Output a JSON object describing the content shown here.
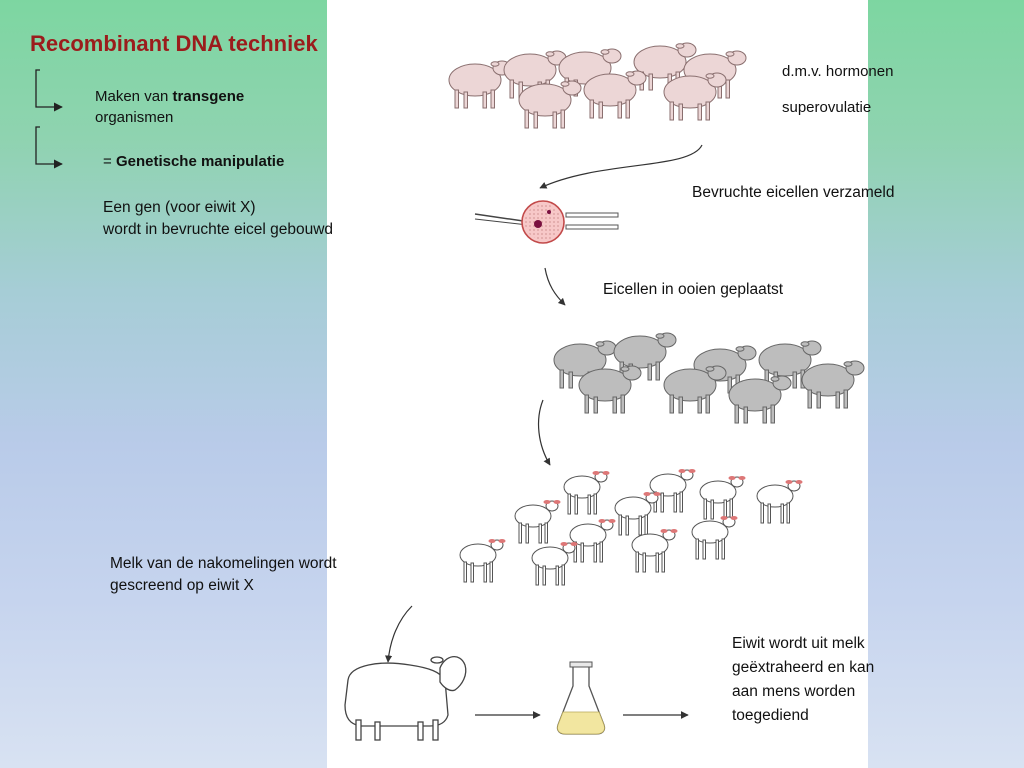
{
  "title": "Recombinant DNA techniek",
  "left": {
    "item1_prefix": "Maken van ",
    "item1_bold": "transgene",
    "item1_line2": "organismen",
    "item2_prefix": "= ",
    "item2_bold": "Genetische manipulatie",
    "desc_line1": "Een gen (voor eiwit X)",
    "desc_line2": "wordt in bevruchte eicel gebouwd",
    "melk_line1": "Melk van de nakomelingen wordt",
    "melk_line2": "gescreend op eiwit X"
  },
  "right": {
    "hormonen": "d.m.v. hormonen",
    "superovulatie": "superovulatie",
    "bevruchte": "Bevruchte eicellen verzameld",
    "ooien": "Eicellen in ooien geplaatst",
    "eiwit_line1": "Eiwit wordt uit melk",
    "eiwit_line2": "geëxtraheerd en kan",
    "eiwit_line3": "aan mens worden",
    "eiwit_line4": "toegediend"
  },
  "colors": {
    "title": "#9b1c1c",
    "pink_sheep": "#ecd6d6",
    "grey_sheep": "#bdbdbd",
    "lamb": "#ffffff",
    "egg": "#f7c8c8",
    "egg_dot": "#7a1040",
    "flask_liquid": "#f2e6a0"
  }
}
